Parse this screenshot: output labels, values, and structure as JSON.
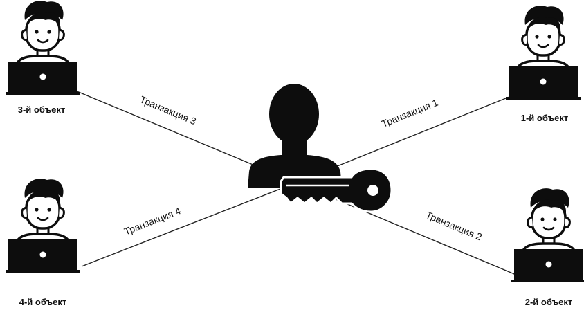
{
  "diagram": {
    "objects": [
      {
        "label": "3-й объект"
      },
      {
        "label": "1-й объект"
      },
      {
        "label": "4-й объект"
      },
      {
        "label": "2-й объект"
      }
    ],
    "transactions": [
      {
        "label": "Транзакция 3"
      },
      {
        "label": "Транзакция 1"
      },
      {
        "label": "Транзакция 4"
      },
      {
        "label": "Транзакция 2"
      }
    ],
    "center_icon": "user-with-key-icon",
    "node_icon": "person-with-laptop-icon"
  }
}
